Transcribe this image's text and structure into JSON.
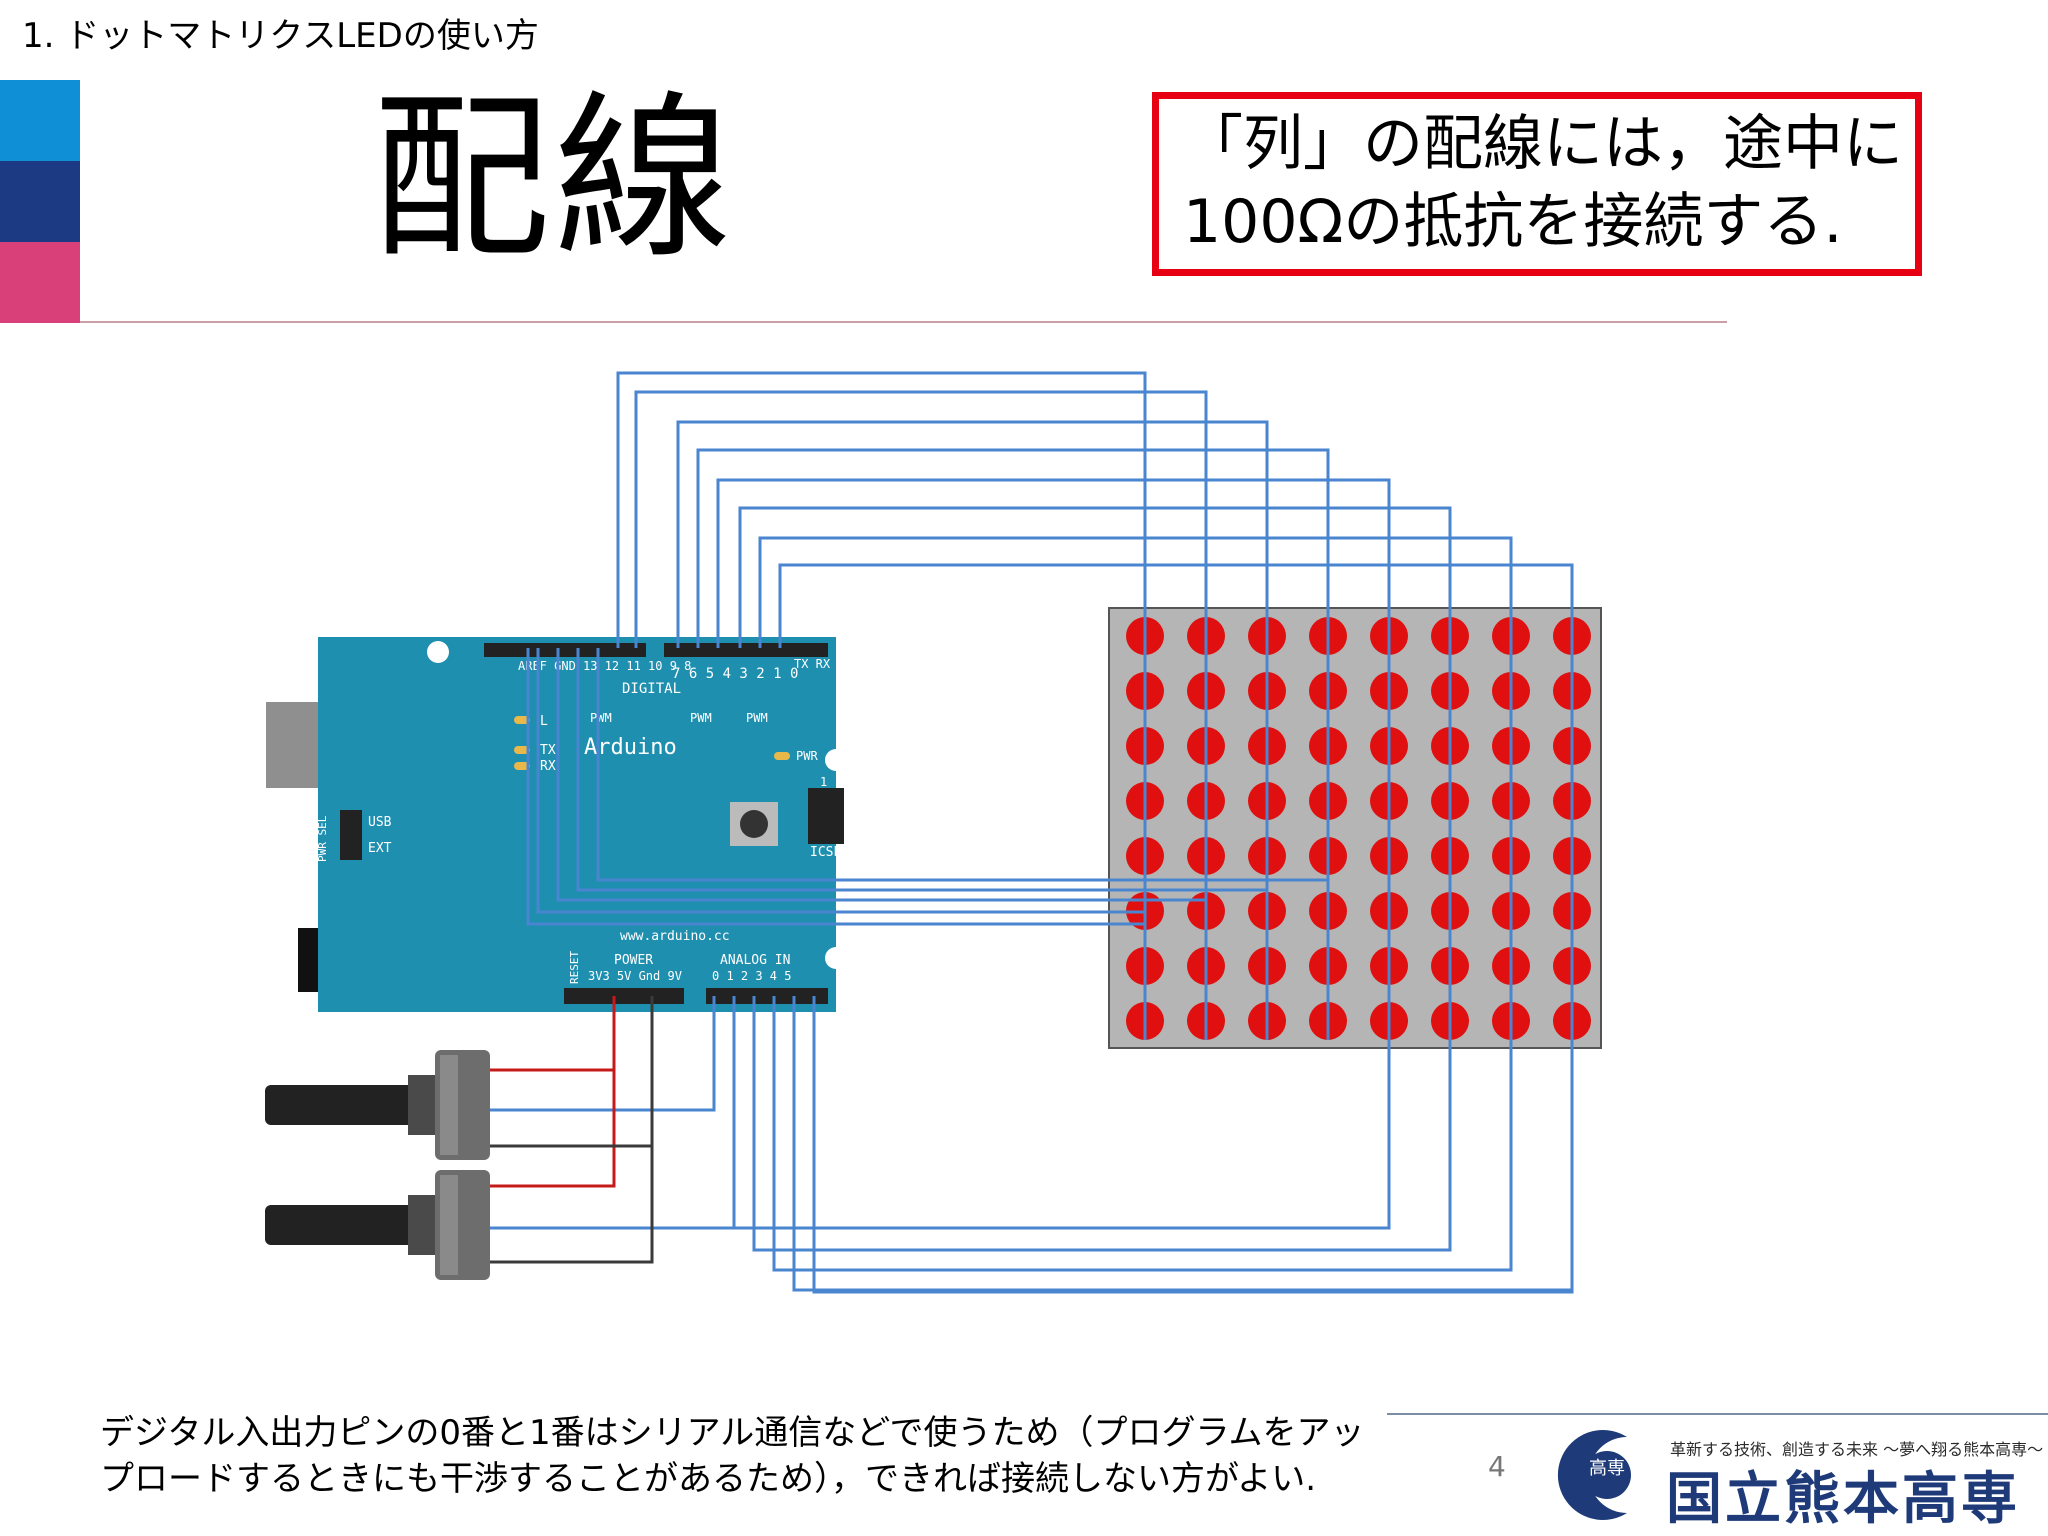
{
  "header": {
    "section_label": "1. ドットマトリクスLEDの使い方",
    "title": "配線"
  },
  "callout": {
    "line1": "「列」の配線には，途中に",
    "line2": "100Ωの抵抗を接続する."
  },
  "colors": {
    "bar_top": "#0e8fd6",
    "bar_middle": "#1c3a84",
    "bar_bottom": "#d93f79",
    "callout_border": "#e60012",
    "board": "#1f8fb0",
    "wire": "#4a86d0",
    "led": "#e01010",
    "matrix_bg": "#b5b5b5"
  },
  "arduino": {
    "brand": "Arduino",
    "digital_label": "DIGITAL",
    "pin_numbers_high": "AREF GND 13 12 11 10 9 8",
    "pin_numbers_low": "7 6 5 4 3 2 1 0",
    "tx_rx": "TX RX",
    "pwm": "PWM",
    "led_l": "L",
    "led_tx": "TX",
    "led_rx": "RX",
    "pwr": "PWR",
    "usb": "USB",
    "ext": "EXT",
    "pwr_sel": "PWR SEL",
    "icsp": "ICSP",
    "icsp_pin": "1",
    "website": "www.arduino.cc",
    "power_label": "POWER",
    "power_pins": "3V3 5V Gnd 9V",
    "reset": "RESET",
    "analog_label": "ANALOG IN",
    "analog_pins": "0 1 2 3 4 5"
  },
  "matrix": {
    "rows": 8,
    "cols": 8
  },
  "footnote": {
    "line1": "デジタル入出力ピンの0番と1番はシリアル通信などで使うため（プログラムをアッ",
    "line2": "プロードするときにも干渉することがあるため），できれば接続しない方がよい."
  },
  "footer": {
    "page_number": "4",
    "tagline": "革新する技術、創造する未来 ～夢へ翔る熊本高専～",
    "school_name": "国立熊本高専",
    "logo_text": "高専"
  }
}
